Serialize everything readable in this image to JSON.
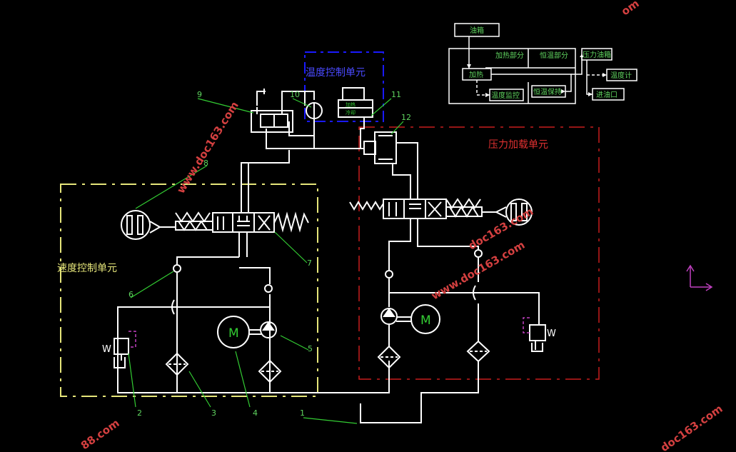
{
  "colors": {
    "background": "#000000",
    "line": "#ffffff",
    "yellow_unit": "#e6e67a",
    "blue_unit": "#1a1aff",
    "red_unit": "#c81e1e",
    "leader": "#33cc33",
    "label_green": "#5fd35f",
    "purple": "#c040c0",
    "watermark": "#d44040"
  },
  "units": {
    "temperature": "温度控制单元",
    "pressure": "压力加载单元",
    "speed": "速度控制单元"
  },
  "temp_box": {
    "line1": "加热",
    "line2": "冷却"
  },
  "weight_left": "W",
  "weight_right": "W",
  "motor_left": "M",
  "motor_right": "M",
  "flow_chart": {
    "oil_tank": "油箱",
    "heat_section": "加热部分",
    "const_section": "恒温部分",
    "pressure_tank": "压力油箱",
    "heater": "加热",
    "temp_monitor": "温度监控",
    "const_keep": "恒温保持",
    "thermometer": "温度计",
    "inlet": "进油口"
  },
  "callouts": [
    "1",
    "2",
    "3",
    "4",
    "5",
    "6",
    "7",
    "8",
    "9",
    "10",
    "11",
    "12"
  ],
  "watermark_text": "www.doc163.com",
  "watermark_short": "doc163.com",
  "watermark_corner1": "88.com",
  "watermark_corner2": "om"
}
